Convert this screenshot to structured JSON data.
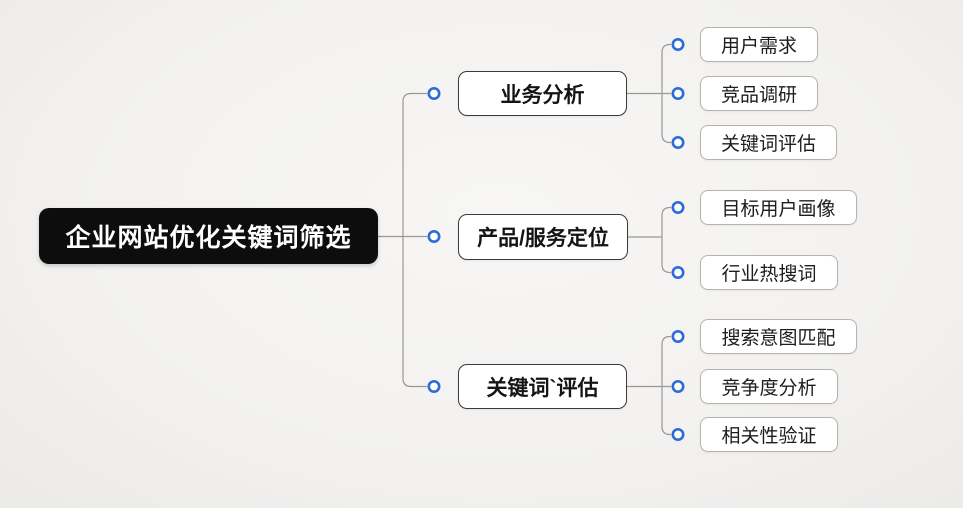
{
  "mindmap": {
    "root": {
      "label": "企业网站优化关键词筛选"
    },
    "branches": [
      {
        "label": "业务分析",
        "children": [
          {
            "label": "用户需求"
          },
          {
            "label": "竞品调研"
          },
          {
            "label": "关键词评估"
          }
        ]
      },
      {
        "label": "产品/服务定位",
        "children": [
          {
            "label": "目标用户画像"
          },
          {
            "label": "行业热搜词"
          }
        ]
      },
      {
        "label": "关键词`评估",
        "children": [
          {
            "label": "搜索意图匹配"
          },
          {
            "label": "竞争度分析"
          },
          {
            "label": "相关性验证"
          }
        ]
      }
    ]
  },
  "theme": {
    "root_bg": "#0d0d0d",
    "root_text": "#ffffff",
    "branch_border": "#3b3b3b",
    "leaf_border": "#b5b3b0",
    "connector": "#9a9894",
    "marker": "#2c6cd9",
    "node_bg": "#ffffff"
  }
}
